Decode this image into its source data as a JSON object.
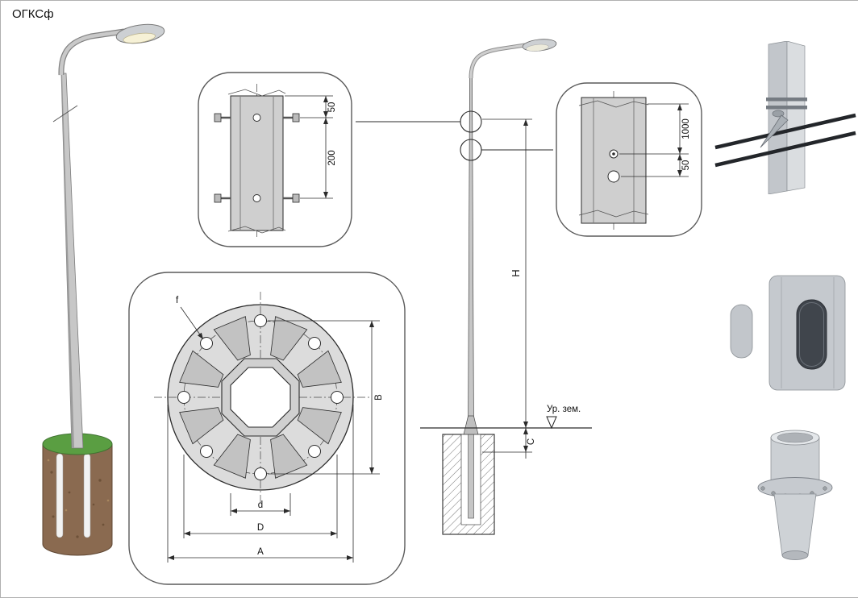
{
  "title": "ОГКСф",
  "colors": {
    "background": "#ffffff",
    "line": "#2b2b2b",
    "metal_light": "#d9d9d9",
    "metal_mid": "#c0c4c8",
    "soil_brown": "#8a6a50",
    "grass_green": "#5a9e42"
  },
  "detail_top_mount": {
    "dim_offset": "50",
    "dim_spacing": "200"
  },
  "detail_ground_terminal": {
    "dim_height": "1000",
    "dim_offset": "50"
  },
  "detail_flange": {
    "hole_label": "f",
    "dim_bolt_span": "B",
    "dim_inner": "d",
    "dim_bolt_circle": "D",
    "dim_outer": "A"
  },
  "elevation": {
    "dim_height": "H",
    "dim_embed": "C",
    "ground_label": "Ур. зем."
  }
}
